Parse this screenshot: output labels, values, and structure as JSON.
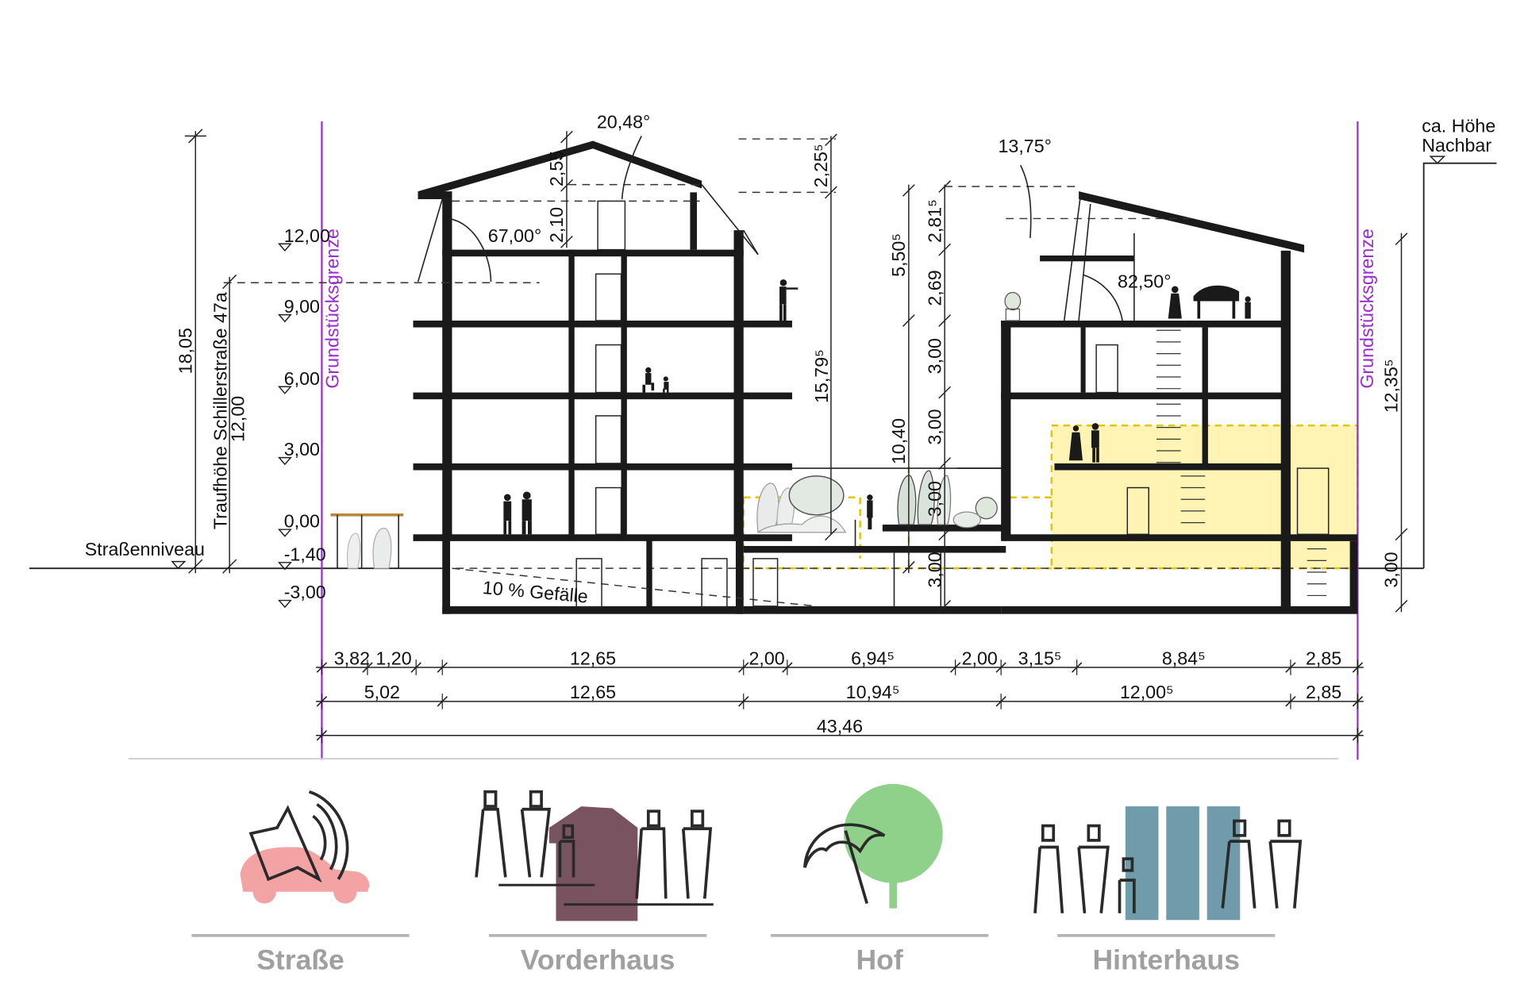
{
  "colors": {
    "grenze": "#9a2bd1",
    "highlight": "#fff4b3",
    "strasse": "#f3a3a3",
    "vorderhaus": "#7a5360",
    "hof": "#8fd08a",
    "hinterhaus": "#6f9bab"
  },
  "section": {
    "angles": {
      "roof_front": "20,48°",
      "attic_front": "67,00°",
      "roof_back": "13,75°",
      "attic_back": "82,50°"
    },
    "levels": {
      "l1": "12,00",
      "l2": "9,00",
      "l3": "6,00",
      "l4": "3,00",
      "l5": "0,00",
      "l6": "-1,40",
      "l7": "-3,00"
    },
    "labels": {
      "strassenniveau": "Straßenniveau",
      "nachbar_1": "ca. Höhe",
      "nachbar_2": "Nachbar",
      "traufhoehe": "Traufhöhe Schillerstraße 47a",
      "traufhoehe_value": "12,00",
      "grenze_left": "Grundstücksgrenze",
      "grenze_right": "Grundstücksgrenze",
      "gefaelle": "10 % Gefälle"
    },
    "vertical_dims": {
      "total_left": "18,05",
      "roof_front_a": "2,55",
      "roof_front_b": "2,10",
      "roof_front_c": "2,25⁵",
      "front_height": "15,79⁵",
      "hof_a": "5,50⁵",
      "hof_b": "10,40",
      "back_a": "2,81⁵",
      "back_b": "2,69",
      "back_c": "3,00",
      "back_d": "3,00",
      "back_e": "3,00",
      "back_f": "3,00",
      "right_a": "12,35⁵",
      "right_b": "3,00"
    },
    "horizontal_dims": {
      "row1": [
        "3,82",
        "1,20",
        "12,65",
        "2,00",
        "6,94⁵",
        "2,00",
        "3,15⁵",
        "8,84⁵",
        "2,85"
      ],
      "row2": [
        "5,02",
        "12,65",
        "10,94⁵",
        "12,00⁵",
        "2,85"
      ],
      "total": "43,46"
    }
  },
  "legend": {
    "items": [
      {
        "label": "Straße",
        "icon": "speaker-car-icon"
      },
      {
        "label": "Vorderhaus",
        "icon": "people-house-icon"
      },
      {
        "label": "Hof",
        "icon": "umbrella-tree-icon"
      },
      {
        "label": "Hinterhaus",
        "icon": "people-panels-icon"
      }
    ]
  }
}
